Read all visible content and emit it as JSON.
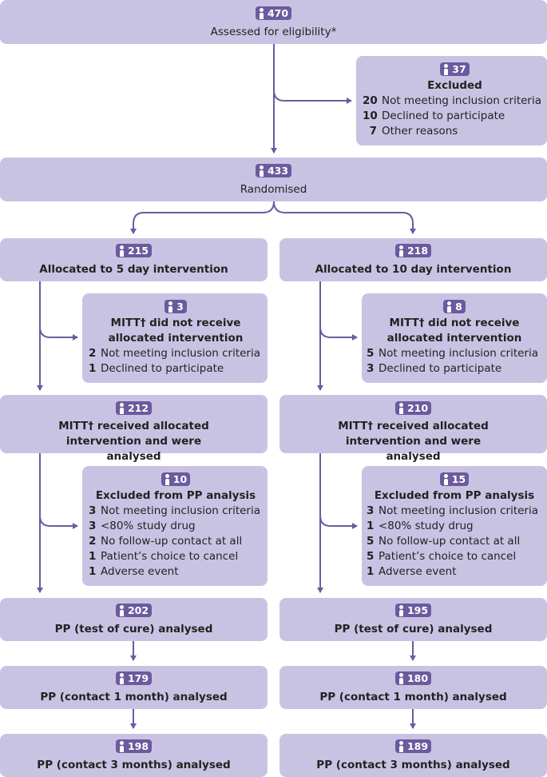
{
  "colors": {
    "box": "#c9c3e3",
    "badge": "#6b5a9e",
    "line": "#6b5a9e"
  },
  "icons": {
    "badge": "person-icon"
  },
  "top": {
    "assessed": {
      "n": "470",
      "label": "Assessed for eligibility*"
    },
    "excluded": {
      "n": "37",
      "title": "Excluded",
      "items": [
        {
          "n": "20",
          "text": "Not meeting inclusion criteria"
        },
        {
          "n": "10",
          "text": "Declined to participate"
        },
        {
          "n": "7",
          "text": "Other reasons"
        }
      ]
    },
    "randomised": {
      "n": "433",
      "label": "Randomised"
    }
  },
  "arms": [
    {
      "allocated": {
        "n": "215",
        "label": "Allocated to 5 day intervention"
      },
      "not_received": {
        "n": "3",
        "title": "MITT† did not receive allocated intervention",
        "items": [
          {
            "n": "2",
            "text": "Not meeting inclusion criteria"
          },
          {
            "n": "1",
            "text": "Declined to participate"
          }
        ]
      },
      "received": {
        "n": "212",
        "label": "MITT† received allocated intervention and were analysed"
      },
      "excluded_pp": {
        "n": "10",
        "title": "Excluded from PP analysis",
        "items": [
          {
            "n": "3",
            "text": "Not meeting inclusion criteria"
          },
          {
            "n": "3",
            "text": "<80% study drug"
          },
          {
            "n": "2",
            "text": "No follow-up contact at all"
          },
          {
            "n": "1",
            "text": "Patient’s choice to cancel"
          },
          {
            "n": "1",
            "text": "Adverse event"
          }
        ]
      },
      "pp_cure": {
        "n": "202",
        "label": "PP (test of cure) analysed"
      },
      "pp_1m": {
        "n": "179",
        "label": "PP (contact 1 month) analysed"
      },
      "pp_3m": {
        "n": "198",
        "label": "PP (contact 3 months) analysed"
      }
    },
    {
      "allocated": {
        "n": "218",
        "label": "Allocated to 10 day intervention"
      },
      "not_received": {
        "n": "8",
        "title": "MITT† did not receive allocated intervention",
        "items": [
          {
            "n": "5",
            "text": "Not meeting inclusion criteria"
          },
          {
            "n": "3",
            "text": "Declined to participate"
          }
        ]
      },
      "received": {
        "n": "210",
        "label": "MITT† received allocated intervention and were analysed"
      },
      "excluded_pp": {
        "n": "15",
        "title": "Excluded from PP analysis",
        "items": [
          {
            "n": "3",
            "text": "Not meeting inclusion criteria"
          },
          {
            "n": "1",
            "text": "<80% study drug"
          },
          {
            "n": "5",
            "text": "No follow-up contact at all"
          },
          {
            "n": "5",
            "text": "Patient’s choice to cancel"
          },
          {
            "n": "1",
            "text": "Adverse event"
          }
        ]
      },
      "pp_cure": {
        "n": "195",
        "label": "PP (test of cure) analysed"
      },
      "pp_1m": {
        "n": "180",
        "label": "PP (contact 1 month) analysed"
      },
      "pp_3m": {
        "n": "189",
        "label": "PP (contact 3 months) analysed"
      }
    }
  ]
}
